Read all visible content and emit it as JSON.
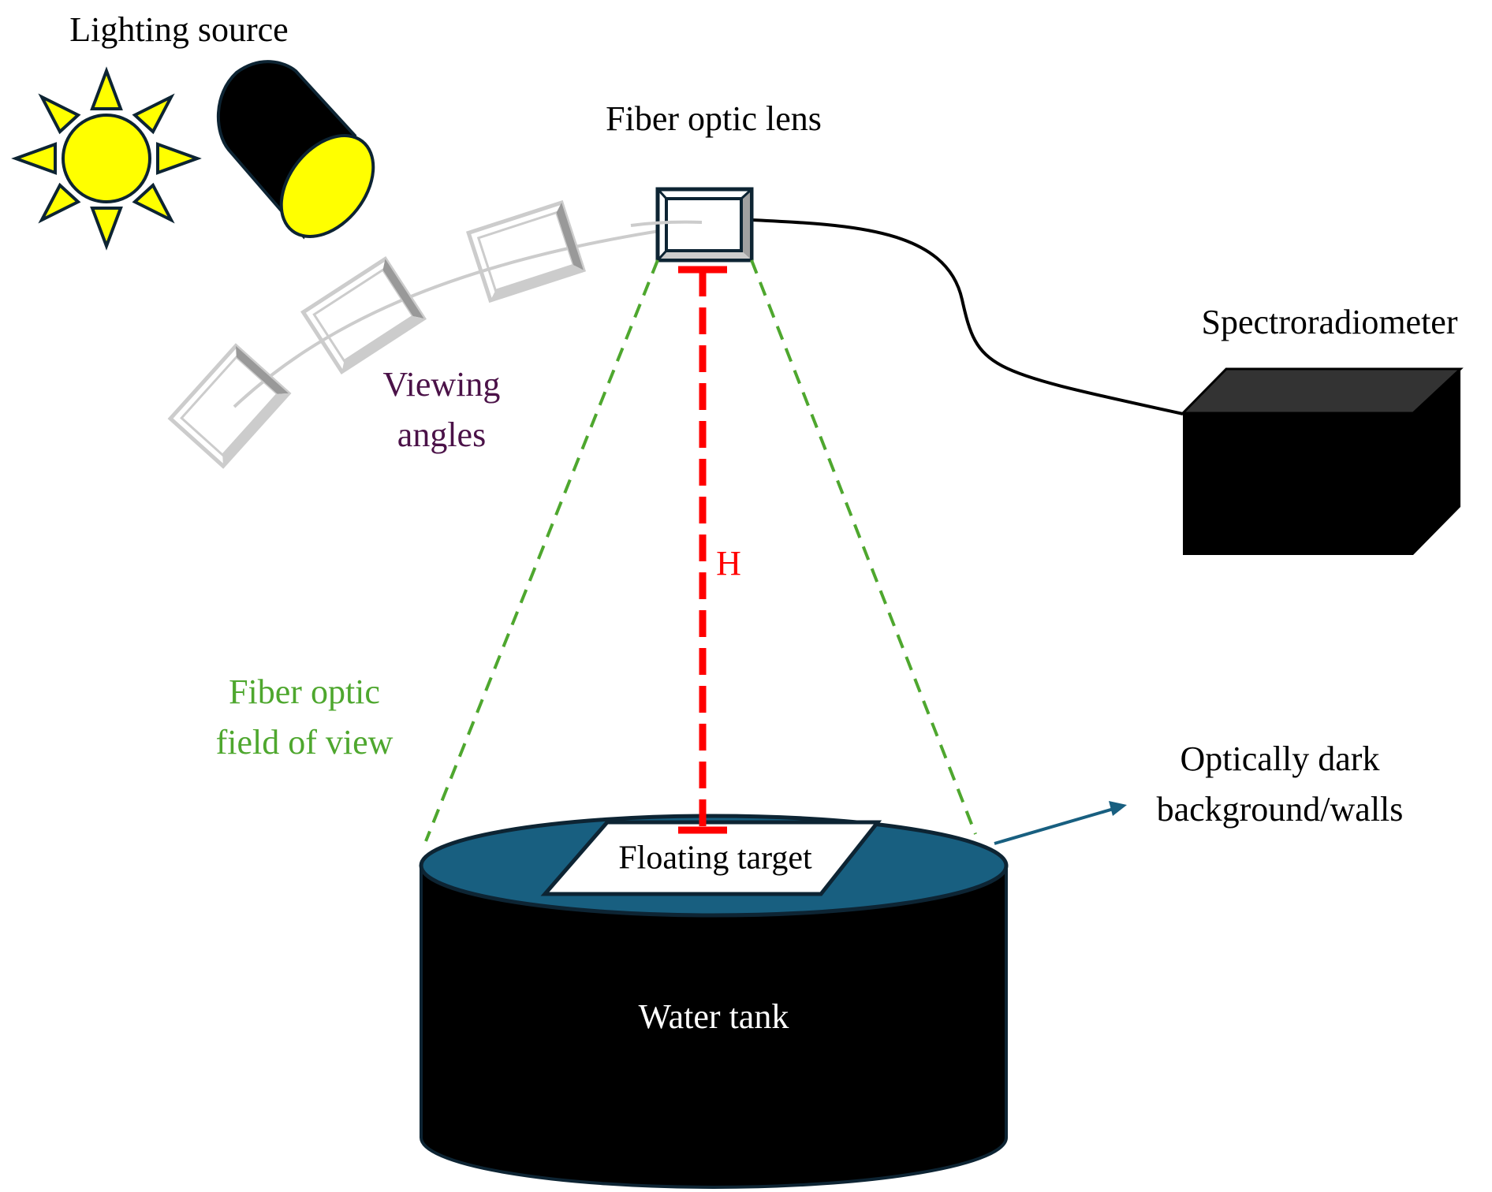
{
  "title": "Experimental setup: spectroradiometer measurement of floating target in water tank",
  "labels": {
    "lighting_source": "Lighting source",
    "fiber_optic_lens": "Fiber optic lens",
    "spectroradiometer": "Spectroradiometer",
    "viewing_angles_line1": "Viewing",
    "viewing_angles_line2": "angles",
    "height": "H",
    "fov_line1": "Fiber optic",
    "fov_line2": "field of view",
    "dark_bg_line1": "Optically dark",
    "dark_bg_line2": "background/walls",
    "floating_target": "Floating target",
    "water_tank": "Water tank"
  },
  "icons": {
    "sun": "sun-icon",
    "lamp": "lamp-icon",
    "lens": "fiber-optic-lens-icon",
    "spectroradiometer": "spectroradiometer-box-icon",
    "tank": "water-tank-icon"
  },
  "colors": {
    "yellow": "#FFFF00",
    "outline": "#0D2433",
    "black": "#000000",
    "ghost_gray": "#CCCCCC",
    "ghost_dark": "#999999",
    "height_red": "#FF0000",
    "fov_green": "#4EA72E",
    "viewing_purple": "#4B1248",
    "water_blue": "#185F80",
    "box_top": "#333333"
  }
}
